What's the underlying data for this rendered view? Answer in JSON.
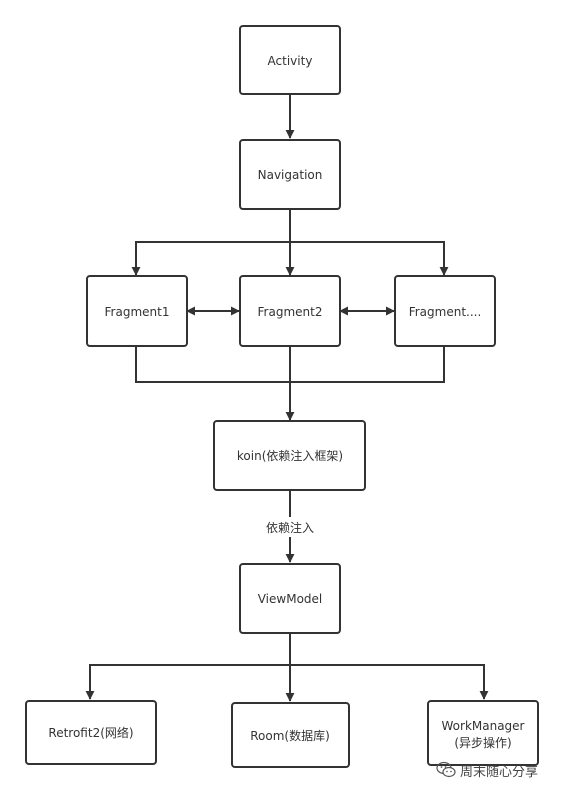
{
  "colors": {
    "stroke": "#333333",
    "fill": "#ffffff",
    "text": "#333333"
  },
  "nodes": {
    "activity": "Activity",
    "navigation": "Navigation",
    "fragment1": "Fragment1",
    "fragment2": "Fragment2",
    "fragment3": "Fragment....",
    "koin": "koin(依赖注入框架)",
    "viewmodel": "ViewModel",
    "retrofit": "Retrofit2(网络)",
    "room": "Room(数据库)",
    "workmanager_line1": "WorkManager",
    "workmanager_line2": "(异步操作)"
  },
  "edges": {
    "koin_to_viewmodel": "依赖注入"
  },
  "watermark": {
    "text": "周末随心分享",
    "icon": "wechat-icon"
  }
}
